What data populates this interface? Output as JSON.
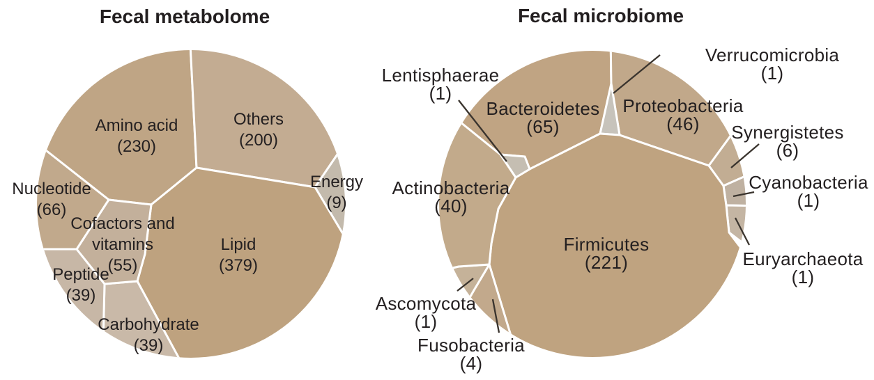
{
  "figure": {
    "background_color": "#ffffff",
    "text_color": "#231f20",
    "boundary_color": "#ffffff",
    "leader_line_color": "#3a342e"
  },
  "chart_data": [
    {
      "type": "voronoi-treemap",
      "title": "Fecal metabolome",
      "legend": "none",
      "grid": false,
      "categories": [
        "Amino acid",
        "Others",
        "Energy",
        "Lipid",
        "Carbohydrate",
        "Peptide",
        "Cofactors and vitamins",
        "Nucleotide"
      ],
      "values": [
        230,
        200,
        9,
        379,
        39,
        39,
        55,
        66
      ],
      "cells": [
        {
          "name": "Amino acid",
          "count": "(230)",
          "value": 230,
          "color": "#bfa585"
        },
        {
          "name": "Others",
          "count": "(200)",
          "value": 200,
          "color": "#c3ac92"
        },
        {
          "name": "Energy",
          "count": "(9)",
          "value": 9,
          "color": "#c3baac"
        },
        {
          "name": "Lipid",
          "count": "(379)",
          "value": 379,
          "color": "#bea27f"
        },
        {
          "name": "Carbohydrate",
          "count": "(39)",
          "value": 39,
          "color": "#c9b9a8"
        },
        {
          "name": "Peptide",
          "count": "(39)",
          "value": 39,
          "color": "#c7b7a6"
        },
        {
          "name": "Cofactors and\nvitamins",
          "count": "(55)",
          "value": 55,
          "color": "#c3b09b"
        },
        {
          "name": "Nucleotide",
          "count": "(66)",
          "value": 66,
          "color": "#c1a98c"
        }
      ]
    },
    {
      "type": "voronoi-treemap",
      "title": "Fecal microbiome",
      "legend": "none",
      "grid": false,
      "categories": [
        "Bacteroidetes",
        "Verrucomicrobia",
        "Proteobacteria",
        "Synergistetes",
        "Cyanobacteria",
        "Euryarchaeota",
        "Firmicutes",
        "Fusobacteria",
        "Ascomycota",
        "Actinobacteria",
        "Lentisphaerae"
      ],
      "values": [
        65,
        1,
        46,
        6,
        1,
        1,
        221,
        4,
        1,
        40,
        1
      ],
      "cells": [
        {
          "name": "Bacteroidetes",
          "count": "(65)",
          "value": 65,
          "color": "#c0a483"
        },
        {
          "name": "Verrucomicrobia",
          "count": "(1)",
          "value": 1,
          "color": "#c7c3bb"
        },
        {
          "name": "Proteobacteria",
          "count": "(46)",
          "value": 46,
          "color": "#c1a88a"
        },
        {
          "name": "Synergistetes",
          "count": "(6)",
          "value": 6,
          "color": "#c2ad93"
        },
        {
          "name": "Cyanobacteria",
          "count": "(1)",
          "value": 1,
          "color": "#bfb1a1"
        },
        {
          "name": "Euryarchaeota",
          "count": "(1)",
          "value": 1,
          "color": "#c4b5a3"
        },
        {
          "name": "Firmicutes",
          "count": "(221)",
          "value": 221,
          "color": "#bfa380"
        },
        {
          "name": "Fusobacteria",
          "count": "(4)",
          "value": 4,
          "color": "#c2a98c"
        },
        {
          "name": "Ascomycota",
          "count": "(1)",
          "value": 1,
          "color": "#c5b299"
        },
        {
          "name": "Actinobacteria",
          "count": "(40)",
          "value": 40,
          "color": "#c2aa8b"
        },
        {
          "name": "Lentisphaerae",
          "count": "(1)",
          "value": 1,
          "color": "#c5beb2"
        }
      ]
    }
  ]
}
